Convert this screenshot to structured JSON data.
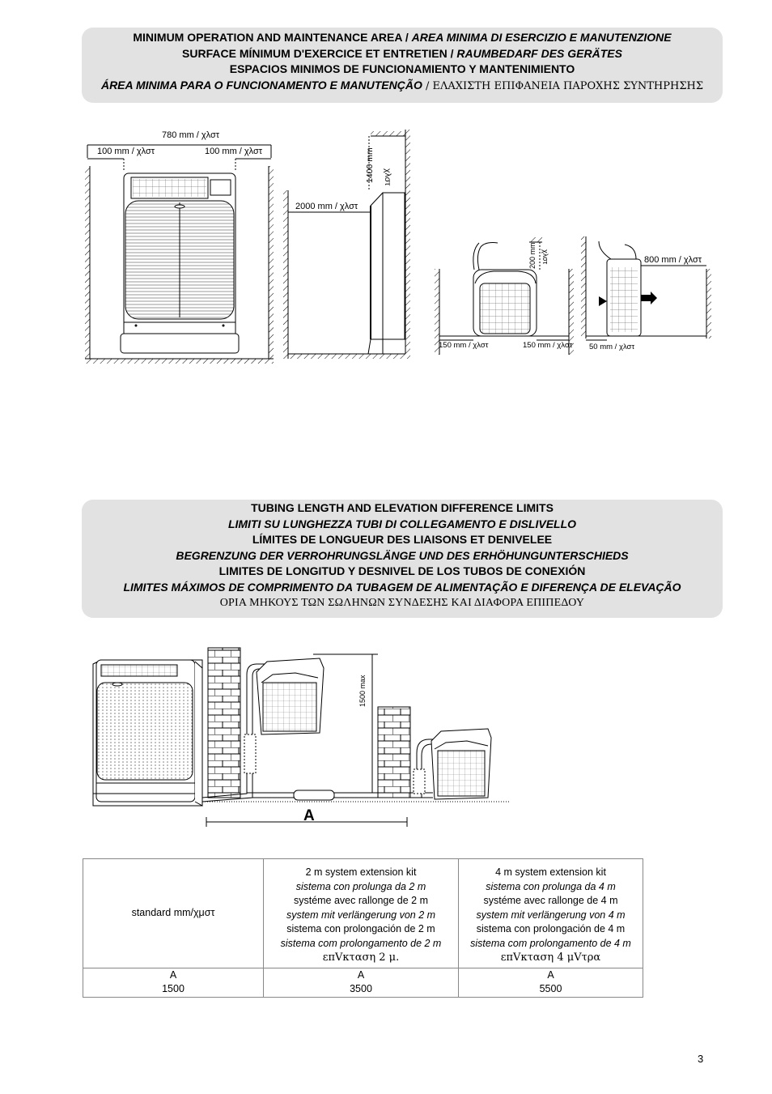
{
  "section1": {
    "lines": [
      {
        "a": "MINIMUM OPERATION AND MAINTENANCE AREA / ",
        "b": "AREA MINIMA DI ESERCIZIO E MANUTENZIONE",
        "c": ""
      },
      {
        "a": "SURFACE MÍNIMUM D'EXERCICE ET ENTRETIEN / ",
        "b": "RAUMBEDARF DES GERÄTES",
        "c": ""
      },
      {
        "a": "ESPACIOS MINIMOS DE FUNCIONAMIENTO Y MANTENIMIENTO",
        "b": "",
        "c": ""
      },
      {
        "a": "",
        "b": "ÁREA MINIMA PARA O FUNCIONAMENTO E MANUTENÇÃO",
        "c": " / ΕΛΑΧΙΣΤΗ ΕΠΙΦΑΝΕΙΑ ΠΑΡΟΧΗΣ ΣΥΝΤΗΡΗΣΗΣ"
      }
    ]
  },
  "figure1": {
    "width_total": "780 mm / χλστ",
    "left_side": "100 mm / χλστ",
    "right_side": "100 mm / χλστ",
    "top_clear": "1400 mm",
    "top_clear_unit": "χλστ",
    "front_clear": "2000 mm / χλστ",
    "outdoor_top_value": "200 mm",
    "outdoor_top_unit": "χλστ",
    "outdoor_left": "150 mm / χλστ",
    "outdoor_right": "150 mm / χλστ",
    "outdoor_front": "800 mm / χλστ",
    "outdoor_back": "50 mm / χλστ"
  },
  "section2": {
    "lines": [
      {
        "text": "TUBING LENGTH AND ELEVATION DIFFERENCE LIMITS",
        "style": "b"
      },
      {
        "text": "LIMITI SU LUNGHEZZA TUBI DI COLLEGAMENTO E DISLIVELLO",
        "style": "i"
      },
      {
        "text": "LÍMITES DE LONGUEUR DES LIAISONS ET DENIVELEE",
        "style": "b"
      },
      {
        "text": "BEGRENZUNG DER VERROHRUNGSLÄNGE UND DES ERHÖHUNGUNTERSCHIEDS",
        "style": "i"
      },
      {
        "text": "LIMITES DE LONGITUD Y DESNIVEL DE LOS TUBOS DE CONEXIÓN",
        "style": "b"
      },
      {
        "text": "LIMITES MÁXIMOS DE COMPRIMENTO DA TUBAGEM DE ALIMENTAÇÃO E DIFERENÇA DE ELEVAÇÃO",
        "style": "i"
      },
      {
        "text": "ΟΡΙΑ ΜΗΚΟΥΣ ΤΩΝ ΣΩΛΗΝΩΝ ΣΥΝΔΕΣΗΣ ΚΑΙ ΔΙΑΦΟΡΑ ΕΠΙΠΕΔΟΥ",
        "style": "g"
      }
    ]
  },
  "figure2": {
    "height_label": "1500 max",
    "length_label": "A"
  },
  "table": {
    "col1_header": "standard mm/χμστ",
    "col2_header": [
      {
        "text": "2 m system extension kit",
        "style": "n"
      },
      {
        "text": "sistema con prolunga da 2 m",
        "style": "i"
      },
      {
        "text": "systéme avec rallonge de 2 m",
        "style": "n"
      },
      {
        "text": "system mit verlängerung von 2 m",
        "style": "i"
      },
      {
        "text": "sistema con prolongación de 2 m",
        "style": "n"
      },
      {
        "text": "sistema com prolongamento de 2 m",
        "style": "i"
      },
      {
        "text": "επVκταση 2 μ.",
        "style": "g"
      }
    ],
    "col3_header": [
      {
        "text": "4 m system extension kit",
        "style": "n"
      },
      {
        "text": "sistema con prolunga da 4 m",
        "style": "i"
      },
      {
        "text": "systéme avec rallonge de 4 m",
        "style": "n"
      },
      {
        "text": "system mit verlängerung von 4 m",
        "style": "i"
      },
      {
        "text": "sistema con prolongación de 4 m",
        "style": "n"
      },
      {
        "text": "sistema com prolongamento de 4 m",
        "style": "i"
      },
      {
        "text": "επVκταση 4 μVτρα",
        "style": "g"
      }
    ],
    "row_key": [
      "A",
      "A",
      "A"
    ],
    "row_values": [
      "1500",
      "3500",
      "5500"
    ]
  },
  "page_number": "3"
}
